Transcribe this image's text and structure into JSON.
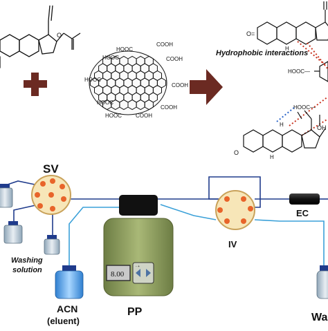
{
  "top": {
    "hydrophobic_label": "Hydrophobic interactions",
    "cooh": [
      "HOOC",
      "COOH",
      "HOOC",
      "COOH",
      "HOOC",
      "COOH",
      "HOOC",
      "COOH",
      "HOOC",
      "COOH"
    ],
    "hooc_right": [
      "HOOC—",
      "HOOC—"
    ],
    "ketone_o": [
      "O=",
      "O"
    ],
    "oh_label": "OH",
    "h_labels": [
      "H",
      "H",
      "H"
    ]
  },
  "setup": {
    "sv": "SV",
    "iv": "IV",
    "ec": "EC",
    "pp": "PP",
    "washing": [
      "Washing",
      "solution"
    ],
    "acn": [
      "ACN",
      "(eluent)"
    ],
    "waste": "Wa",
    "pump_display": "8.00"
  },
  "colors": {
    "arrow": "#6b2a22",
    "tubing": "#1f3b8c",
    "tubing_light": "#3aa0d8",
    "valve": "#f7e6b8",
    "port": "#e8642a",
    "pump_body": "#8a9a5b",
    "interaction_red": "#c8321e",
    "interaction_blue": "#2a64c8"
  }
}
